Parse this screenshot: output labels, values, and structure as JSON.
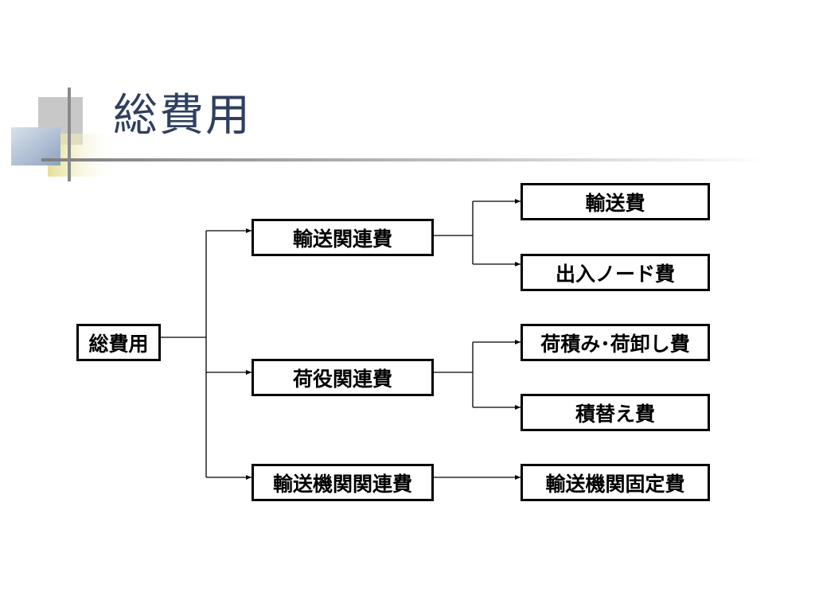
{
  "slide": {
    "title": "総費用"
  },
  "diagram": {
    "root": "総費用",
    "categories": [
      {
        "label": "輸送関連費",
        "children": [
          "輸送費",
          "出入ノード費"
        ]
      },
      {
        "label": "荷役関連費",
        "children": [
          "荷積み･荷卸し費",
          "積替え費"
        ]
      },
      {
        "label": "輸送機関関連費",
        "children": [
          "輸送機関固定費"
        ]
      }
    ]
  },
  "colors": {
    "title": "#2f3f5f",
    "box_border": "#000000",
    "line": "#000000",
    "accent_gray": "#c8c8c8",
    "accent_blue": "#a9bad1",
    "accent_yellow": "#ece6a3"
  }
}
